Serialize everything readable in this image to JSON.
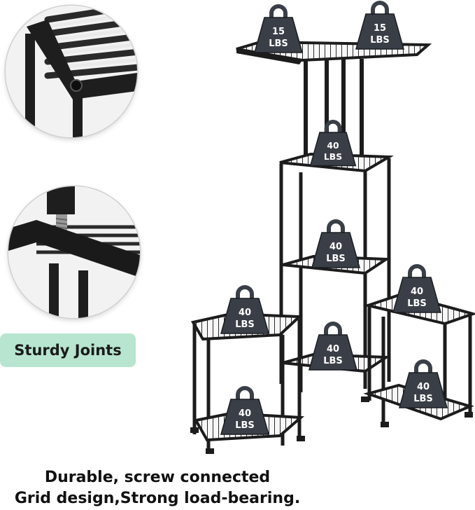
{
  "badge": {
    "label": "Sturdy Joints",
    "color": "#b7e5cf"
  },
  "caption": {
    "line1": "Durable, screw connected",
    "line2": "Grid design,Strong load-bearing."
  },
  "weights": [
    {
      "value": "15",
      "unit": "LBS"
    },
    {
      "value": "15",
      "unit": "LBS"
    },
    {
      "value": "40",
      "unit": "LBS"
    },
    {
      "value": "40",
      "unit": "LBS"
    },
    {
      "value": "40",
      "unit": "LBS"
    },
    {
      "value": "40",
      "unit": "LBS"
    },
    {
      "value": "40",
      "unit": "LBS"
    },
    {
      "value": "40",
      "unit": "LBS"
    },
    {
      "value": "40",
      "unit": "LBS"
    }
  ],
  "colors": {
    "frame": "#1c1c1c",
    "weight": "#3a3f47"
  }
}
